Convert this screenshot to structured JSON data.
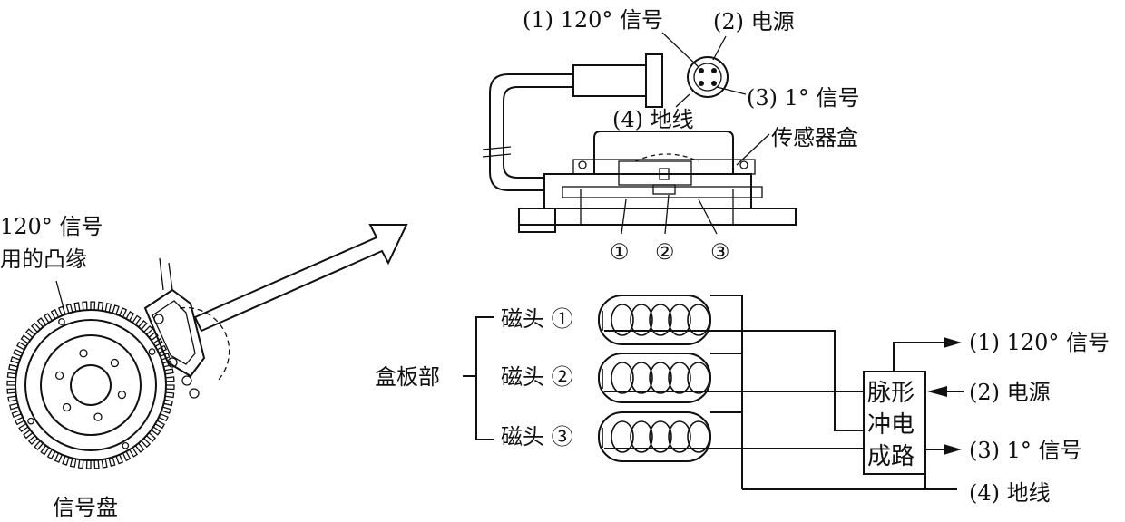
{
  "left": {
    "cam_label_line1": "120° 信号",
    "cam_label_line2": "用的凸缘",
    "disc_label": "信号盘"
  },
  "top": {
    "connector_pins": {
      "p1": "(1) 120° 信号",
      "p2": "(2) 电源",
      "p3": "(3) 1° 信号",
      "p4": "(4) 地线"
    },
    "sensor_box": "传感器盒",
    "markers": [
      "①",
      "②",
      "③"
    ]
  },
  "circuit": {
    "group_label": "盒板部",
    "heads": [
      "磁头 ①",
      "磁头 ②",
      "磁头 ③"
    ],
    "box_text": [
      "脉形",
      "冲电",
      "成路"
    ],
    "outputs": [
      "(1) 120° 信号",
      "(2) 电源",
      "(3) 1° 信号",
      "(4) 地线"
    ]
  },
  "colors": {
    "ink": "#111111",
    "paper": "#ffffff"
  }
}
